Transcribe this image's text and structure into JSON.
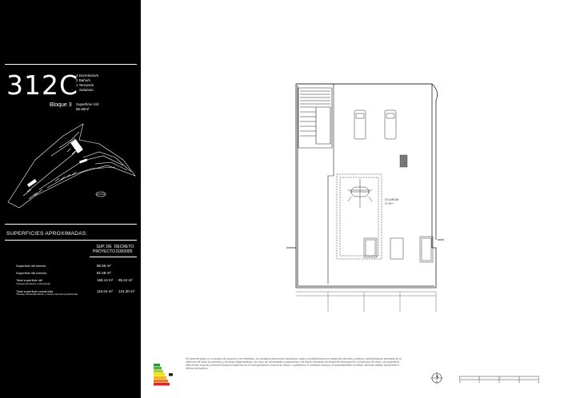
{
  "unit": {
    "code": "312C",
    "block": "Bloque 3",
    "rooms": [
      "3 Dormitorio/s",
      "2 Baño/s",
      "1 Terraza/s",
      "Solarium"
    ],
    "useful_surface_label": "Superficie Útil:",
    "useful_surface_value": "86.56m²"
  },
  "surfaces": {
    "title": "SUPERFICIES APROXIMADAS:",
    "col_project": "SUP. DE PROYECTO",
    "col_decree": "DECRETO 218/2005",
    "rows": [
      {
        "label": "Superficie útil interior",
        "sub": "",
        "project": "86.56 m²",
        "decree": ""
      },
      {
        "label": "Superficie útil exterior",
        "sub": "",
        "project": "81.58 m²",
        "decree": ""
      },
      {
        "label": "Total superficie útil",
        "sub": "*Incluye útil interior y útil exterior",
        "project": "168.14 m²",
        "decree": "95.22 m²"
      },
      {
        "label": "Total superficie construida",
        "sub": "*Incluye construida interior y zonas comunes proporcional",
        "project": "115.64 m²",
        "decree": "124.30 m²"
      }
    ]
  },
  "plan": {
    "solarium_label": "SOLARIUM",
    "solarium_area": "81.58m²"
  },
  "scale_numbers": [
    "0",
    "1",
    "2",
    "3",
    "4"
  ],
  "disclaimer": "*El presente plano es un avance de proyecto y de orientativo, no constituye documento contractual, sujeto a modificaciones por exigencias técnicas, jurídicas o administrativas derivadas de la obtención de todos los permisos y licencias reglamentarias, así como las necesidades constructivas o de diseño derivadas del desarrollo del proyecto y la Dirección de Obra. Las superficies útiles tienen carácter provisional hasta la obtención de la correspondiente Licencia de Obras. La jardinería, el mobiliario urbano y el amueblamiento es ficticio, teniendo validez únicamente a efectos decorativos.",
  "colors": {
    "sidebar": "#000000",
    "text": "#ffffff",
    "line": "#222222"
  }
}
